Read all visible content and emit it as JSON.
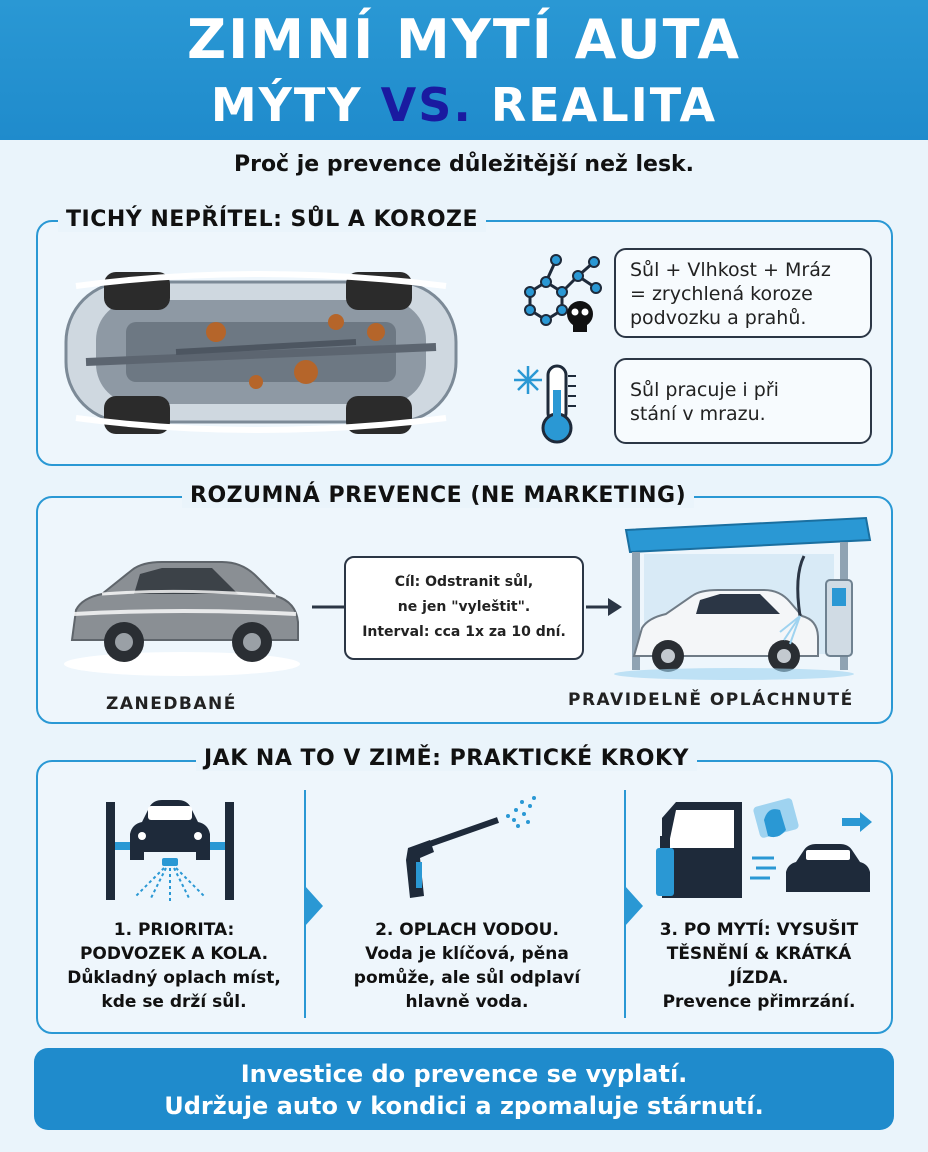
{
  "header": {
    "title_line1": "ZIMNÍ MYTÍ AUTA",
    "title_myty": "MÝTY ",
    "title_vs": "VS.",
    "title_realita": " REALITA"
  },
  "subtitle": "Proč je prevence důležitější než lesk.",
  "section1": {
    "title": "TICHÝ NEPŘÍTEL: SŮL A KOROZE",
    "box1": [
      "Sůl + Vlhkost + Mráz",
      "= zrychlená koroze",
      "podvozku a prahů."
    ],
    "box2": [
      "Sůl pracuje i při",
      "stání v mrazu."
    ]
  },
  "section2": {
    "title": "ROZUMNÁ PREVENCE (NE MARKETING)",
    "center_lines": [
      "Cíl: Odstranit sůl,",
      "ne jen \"vyleštit\".",
      "Interval: cca 1x za 10 dní."
    ],
    "left_label": "ZANEDBANÉ",
    "right_label": "PRAVIDELNĚ OPLÁCHNUTÉ"
  },
  "section3": {
    "title": "JAK NA TO V ZIMĚ: PRAKTICKÉ KROKY",
    "steps": [
      [
        "1. PRIORITA:",
        "PODVOZEK A KOLA.",
        "Důkladný oplach míst,",
        "kde se drží sůl."
      ],
      [
        "2. OPLACH VODOU.",
        "Voda je klíčová, pěna",
        "pomůže, ale sůl odplaví",
        "hlavně voda."
      ],
      [
        "3. PO MYTÍ: VYSUŠIT",
        "TĚSNĚNÍ & KRÁTKÁ",
        "JÍZDA.",
        "Prevence přimrzání."
      ]
    ]
  },
  "footer": {
    "line1": "Investice do prevence se vyplatí.",
    "line2": "Udržuje auto v kondici a zpomaluje stárnutí."
  },
  "colors": {
    "accent": "#2a98d4",
    "header_bg": "#1f8bcc",
    "vs": "#1a1aa0",
    "rust": "#b5652a"
  }
}
